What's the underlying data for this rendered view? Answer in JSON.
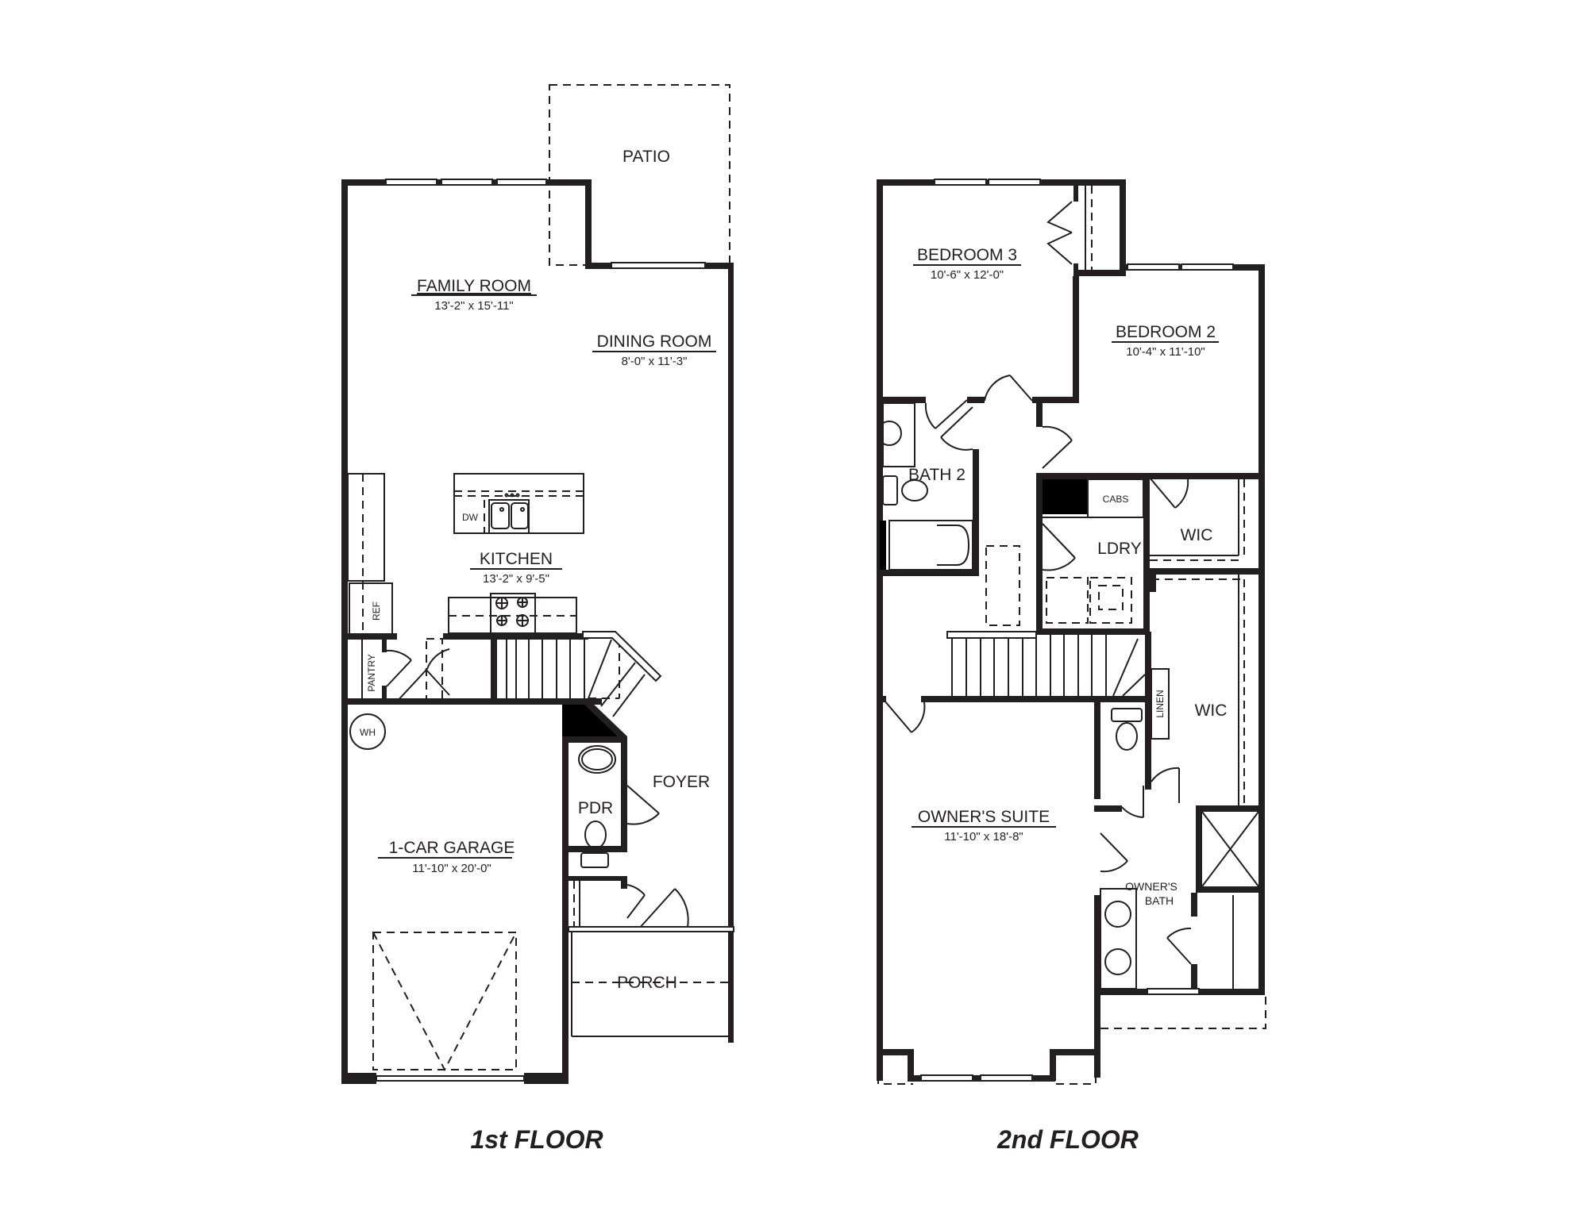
{
  "colors": {
    "wall": "#231f20",
    "background": "#ffffff"
  },
  "floors": [
    {
      "title": "1st FLOOR",
      "rooms": {
        "patio": {
          "name": "PATIO"
        },
        "family_room": {
          "name": "FAMILY ROOM",
          "dimensions": "13'-2\" x 15'-11\""
        },
        "dining_room": {
          "name": "DINING ROOM",
          "dimensions": "8'-0\" x 11'-3\""
        },
        "kitchen": {
          "name": "KITCHEN",
          "dimensions": "13'-2\" x 9'-5\""
        },
        "garage": {
          "name": "1-CAR GARAGE",
          "dimensions": "11'-10\" x 20'-0\""
        },
        "powder_room": {
          "name": "PDR"
        },
        "foyer": {
          "name": "FOYER"
        },
        "porch": {
          "name": "PORCH"
        },
        "pantry": {
          "name": "PANTRY"
        }
      },
      "fixtures": {
        "dishwasher": "DW",
        "refrigerator": "REF",
        "water_heater": "WH"
      }
    },
    {
      "title": "2nd FLOOR",
      "rooms": {
        "bedroom3": {
          "name": "BEDROOM 3",
          "dimensions": "10'-6\" x 12'-0\""
        },
        "bedroom2": {
          "name": "BEDROOM 2",
          "dimensions": "10'-4\" x 11'-10\""
        },
        "bath2": {
          "name": "BATH 2"
        },
        "laundry": {
          "name": "LDRY"
        },
        "cabinets": {
          "name": "CABS"
        },
        "wic_bedroom2": {
          "name": "WIC"
        },
        "wic_owner": {
          "name": "WIC"
        },
        "linen": {
          "name": "LINEN"
        },
        "owners_suite": {
          "name": "OWNER'S SUITE",
          "dimensions": "11'-10\" x 18'-8\""
        },
        "owners_bath_line1": {
          "name": "OWNER'S"
        },
        "owners_bath_line2": {
          "name": "BATH"
        }
      }
    }
  ]
}
